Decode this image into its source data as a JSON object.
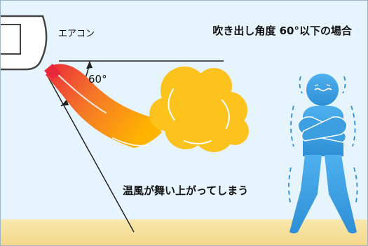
{
  "title": "吹き出し角度 60°以下の場合",
  "aircon_label": "エアコン",
  "angle_label": "60°",
  "caption": "温風が舞い上がってしまう",
  "colors": {
    "background": "#e6f4fd",
    "floor": "#f6e2a0",
    "person": "#3d9fe0",
    "warm_air_start": "#e8283a",
    "warm_air_end": "#ffb400",
    "cloud": "#fcc21e",
    "frame_border": "#9bb4c8"
  },
  "icons": [
    "aircon-unit-icon",
    "warm-air-cloud-icon",
    "cold-person-icon",
    "angle-arc-icon"
  ]
}
